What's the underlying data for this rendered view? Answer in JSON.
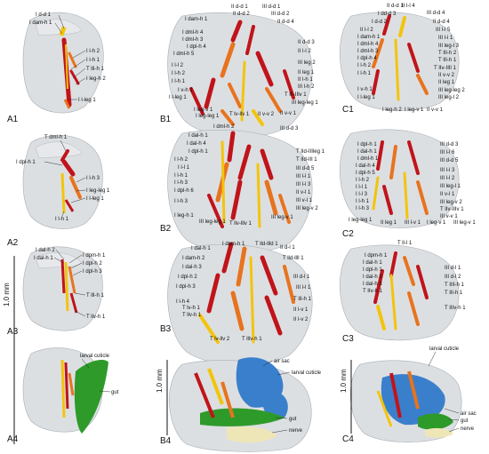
{
  "panels": {
    "A1": {
      "label": "A1",
      "muscles": [
        "I d-d 1",
        "I dam-h 1",
        "I l-h 2",
        "I l-h 1",
        "T llI-h 1",
        "I leg-h 2",
        "I l-leg 1"
      ]
    },
    "A2": {
      "label": "A2",
      "muscles": [
        "T dml-h 1",
        "I dpl-h 1",
        "I l-h 3",
        "I leg-leg 1",
        "I l-leg 1",
        "I l-h 1"
      ]
    },
    "A3": {
      "label": "A3",
      "muscles": [
        "I dal-h 2",
        "I dal-h 1",
        "I dpm-h 1",
        "I dpl-h 2",
        "I dpl-h 3",
        "T llI-h 1",
        "T llv-h 1"
      ]
    },
    "A4": {
      "label": "A4",
      "annotations": [
        "larval cuticle",
        "gut"
      ]
    },
    "B1": {
      "label": "B1",
      "muscles": [
        "II d-d 1",
        "III d-d 1",
        "II d-d 2",
        "III d-d 2",
        "I dam-h 1",
        "I dml-h 4",
        "I dml-h 3",
        "I dpl-h 4",
        "I dml-h 5",
        "II d-d 4",
        "II d-d 3",
        "II l-l 2",
        "I l-l 2",
        "III leg 2",
        "I l-h 2",
        "II leg 1",
        "I l-h 1",
        "II l-h 1",
        "I v-h 1",
        "III l-h 2",
        "I l-leg 1",
        "T IIl-IIlv 1",
        "I leg-v 1",
        "III leg-leg 1",
        "I leg-leg 1",
        "T lv-llv 1",
        "II v-v 2",
        "II v-v 1"
      ]
    },
    "B2": {
      "label": "B2",
      "muscles": [
        "I dml-h 2",
        "III d-d 3",
        "I dal-h 1",
        "I dal-h 4",
        "I dpl-h 1",
        "T IId-IIIleg 1",
        "I l-h 2",
        "T IId-IIl 1",
        "I l-l 1",
        "III d-d 5",
        "I l-h 1",
        "III l-l 1",
        "III l-l 3",
        "I l-h 3",
        "II v-l 1",
        "I dpl-h 6",
        "III v-l 1",
        "I l-h 3",
        "III leg-v 2",
        "I leg-h 1",
        "T llv-lllv 1",
        "III leg-leg 1",
        "III leg-v 1"
      ]
    },
    "B3": {
      "label": "B3",
      "muscles": [
        "I dpm-h 1",
        "T lld-llld 1",
        "I dal-h 1",
        "II d-l 1",
        "I dam-h 2",
        "I dal-h 3",
        "T lld-llll 1",
        "I dpl-h 2",
        "III d-l 1",
        "I dpl-h 3",
        "III l-l 1",
        "I l-h 4",
        "T Ill-h 1",
        "T lv-h 1",
        "T llv-h 1",
        "II l-v 1",
        "II l-v 2",
        "T lv-llv 2",
        "T lllv-h 1"
      ]
    },
    "B4": {
      "label": "B4",
      "annotations": [
        "air sac",
        "larval cuticle",
        "gut",
        "nerve"
      ]
    },
    "C1": {
      "label": "C1",
      "muscles": [
        "II d-d 1",
        "II l-l 4",
        "I dd-d 3",
        "III d-d 4",
        "I d-d 2",
        "II d-d 4",
        "II l-l 2",
        "III l-l 5",
        "I dam-h 1",
        "III l-l 1",
        "I dml-h 4",
        "III leg-l 3",
        "I dml-h 3",
        "T IIl-h 2",
        "I dpl-h 4",
        "T IIl-h 1",
        "I l-h 2",
        "T IIv-IIIl 1",
        "I l-h 1",
        "II v-v 2",
        "I v-h 1",
        "II leg 1",
        "I l-leg 1",
        "III leg-leg 2",
        "III leg-l 2",
        "I leg-h 2",
        "I leg-v 1",
        "II v-v 1"
      ]
    },
    "C2": {
      "label": "C2",
      "muscles": [
        "I dpl-h 1",
        "III d-d 3",
        "I dal-h 1",
        "III l-l 6",
        "I dml-h 1",
        "III d-d 5",
        "I dal-h 4",
        "III l-l 3",
        "I dpl-h 5",
        "III l-l 2",
        "I l-h 2",
        "III leg-l 1",
        "I l-l 1",
        "II v-l 1",
        "I l-l 3",
        "III leg-v 2",
        "I l-h 1",
        "T IIv-IIIv 1",
        "I l-h 3",
        "III v-v 1",
        "I leg-leg 1",
        "II leg 1",
        "III l-v 1",
        "I leg-v 1",
        "III leg-v 1",
        "II leg-v 1"
      ]
    },
    "C3": {
      "label": "C3",
      "muscles": [
        "T ll-l 1",
        "I dpm-h 1",
        "I dal-h 1",
        "III d-l 1",
        "I dpl-h 1",
        "III d-l 2",
        "I dal-h 2",
        "T IIIl-h 1",
        "I dal-h 3",
        "T IIl-h 1",
        "T IIv-h 1",
        "T IIIv-h 1"
      ]
    },
    "C4": {
      "label": "C4",
      "annotations": [
        "larval cuticle",
        "air sac",
        "gut",
        "nerve"
      ]
    }
  },
  "scale_bars": {
    "left": "1.0 mm",
    "middle": "1.0 mm",
    "right": "1.0 mm"
  },
  "colors": {
    "red": "#c0141a",
    "dark_red": "#8b0d10",
    "orange": "#e8731e",
    "yellow": "#f3c40c",
    "gut_green": "#2e9a2a",
    "air_sac_blue": "#3a7fcc",
    "nerve_cream": "#efe6b8",
    "body_gray": "#dcdfe2"
  }
}
